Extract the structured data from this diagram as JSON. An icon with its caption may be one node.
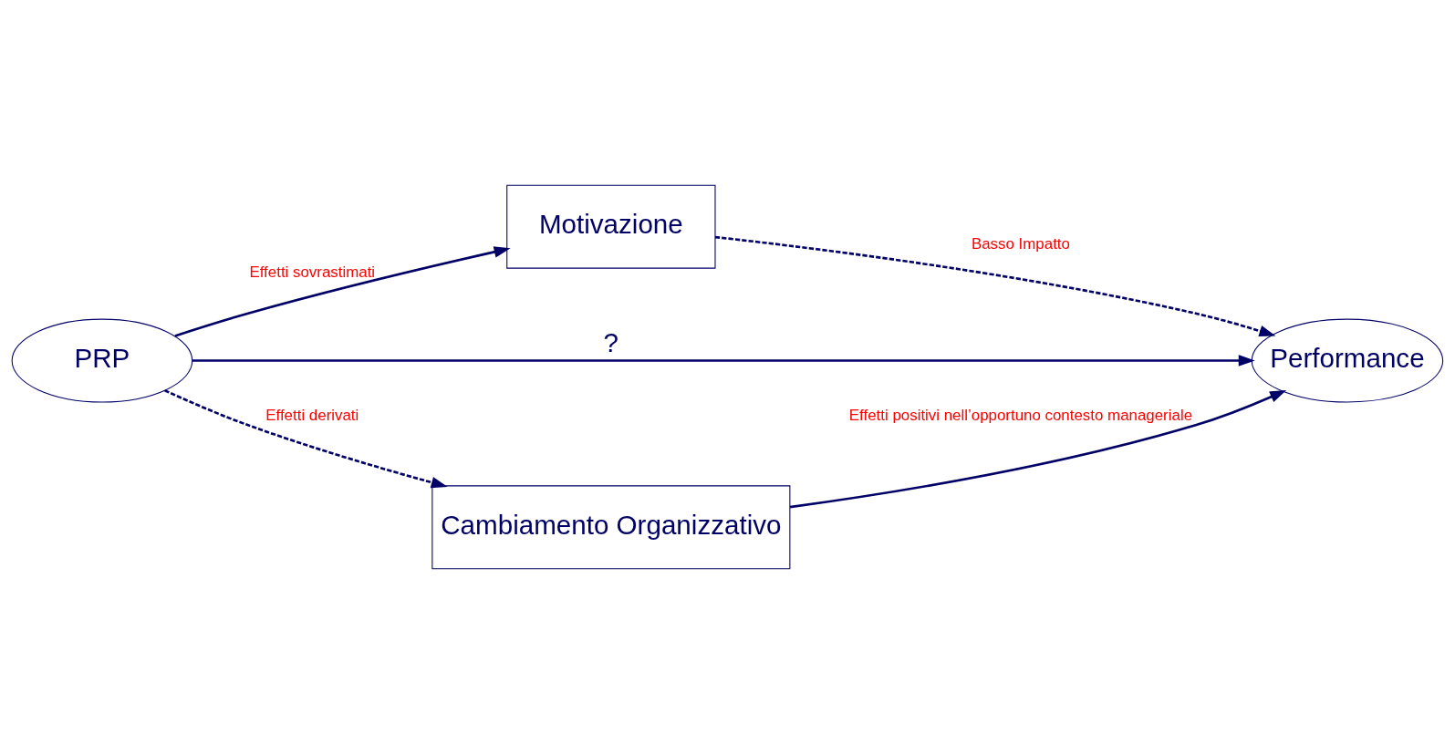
{
  "diagram": {
    "nodes": [
      {
        "text": [
          "PRP"
        ]
      },
      {
        "text": [
          "Motivazione"
        ]
      },
      {
        "text": [
          "Performance"
        ]
      },
      {
        "text": [
          "Cambiamento Organizzativo"
        ]
      }
    ],
    "edges": [
      {
        "from": 0,
        "to": 1,
        "arrow": "to",
        "label": "Effetti sovrastimati"
      },
      {
        "from": 1,
        "to": 2,
        "arrow": "to",
        "label": "Basso Impatto",
        "style": "dashed"
      },
      {
        "from": 0,
        "to": 2,
        "arrow": "to",
        "label": "?"
      },
      {
        "from": 0,
        "to": 3,
        "arrow": "to",
        "label": "Effetti derivati",
        "style": "dashed"
      },
      {
        "from": 3,
        "to": 2,
        "arrow": "to",
        "label": "Effetti positivi nell’opportuno contesto manageriale"
      }
    ]
  }
}
